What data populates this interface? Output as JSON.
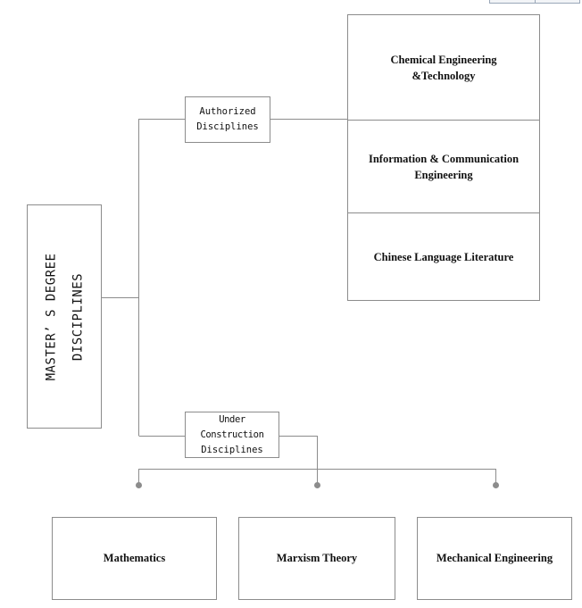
{
  "root": {
    "line1": "MASTER’ S DEGREE",
    "line2": "DISCIPLINES"
  },
  "authorized": {
    "line1": "Authorized",
    "line2": "Disciplines",
    "items": [
      {
        "line1": "Chemical Engineering &Technology",
        "line2": ""
      },
      {
        "line1": "Information & Communication",
        "line2": "Engineering"
      },
      {
        "line1": "Chinese Language Literature",
        "line2": ""
      }
    ]
  },
  "under_construction": {
    "line1": "Under Construction",
    "line2": "Disciplines",
    "items": [
      "Mathematics",
      "Marxism Theory",
      "Mechanical Engineering"
    ]
  },
  "colors": {
    "line": "#8c8c8c",
    "dot": "#8c8c8c"
  }
}
